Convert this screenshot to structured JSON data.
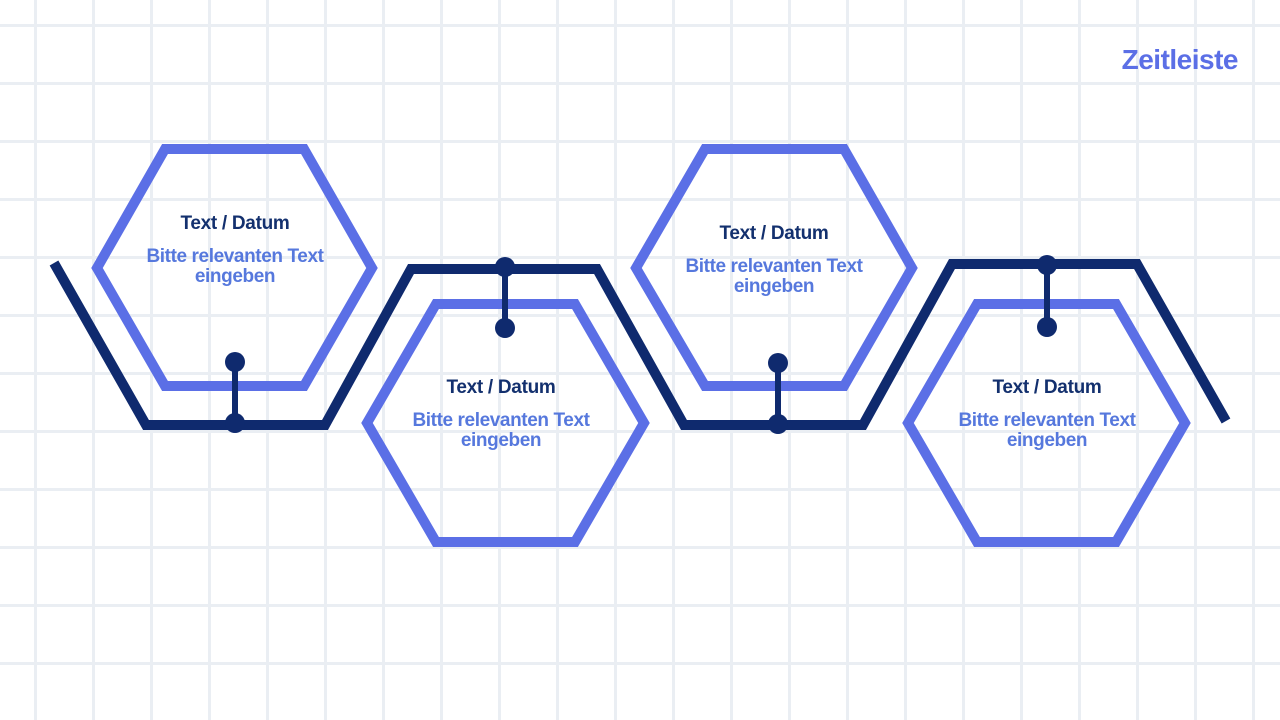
{
  "title": "Zeitleiste",
  "colors": {
    "hexagon": "#5b6fe6",
    "line": "#0f2a6e",
    "title_text": "#13306e",
    "body_text": "#5678dd"
  },
  "milestones": [
    {
      "title": "Text / Datum",
      "text": "Bitte relevanten Text eingeben"
    },
    {
      "title": "Text / Datum",
      "text": "Bitte relevanten Text eingeben"
    },
    {
      "title": "Text / Datum",
      "text": "Bitte relevanten Text eingeben"
    },
    {
      "title": "Text / Datum",
      "text": "Bitte relevanten Text eingeben"
    }
  ]
}
